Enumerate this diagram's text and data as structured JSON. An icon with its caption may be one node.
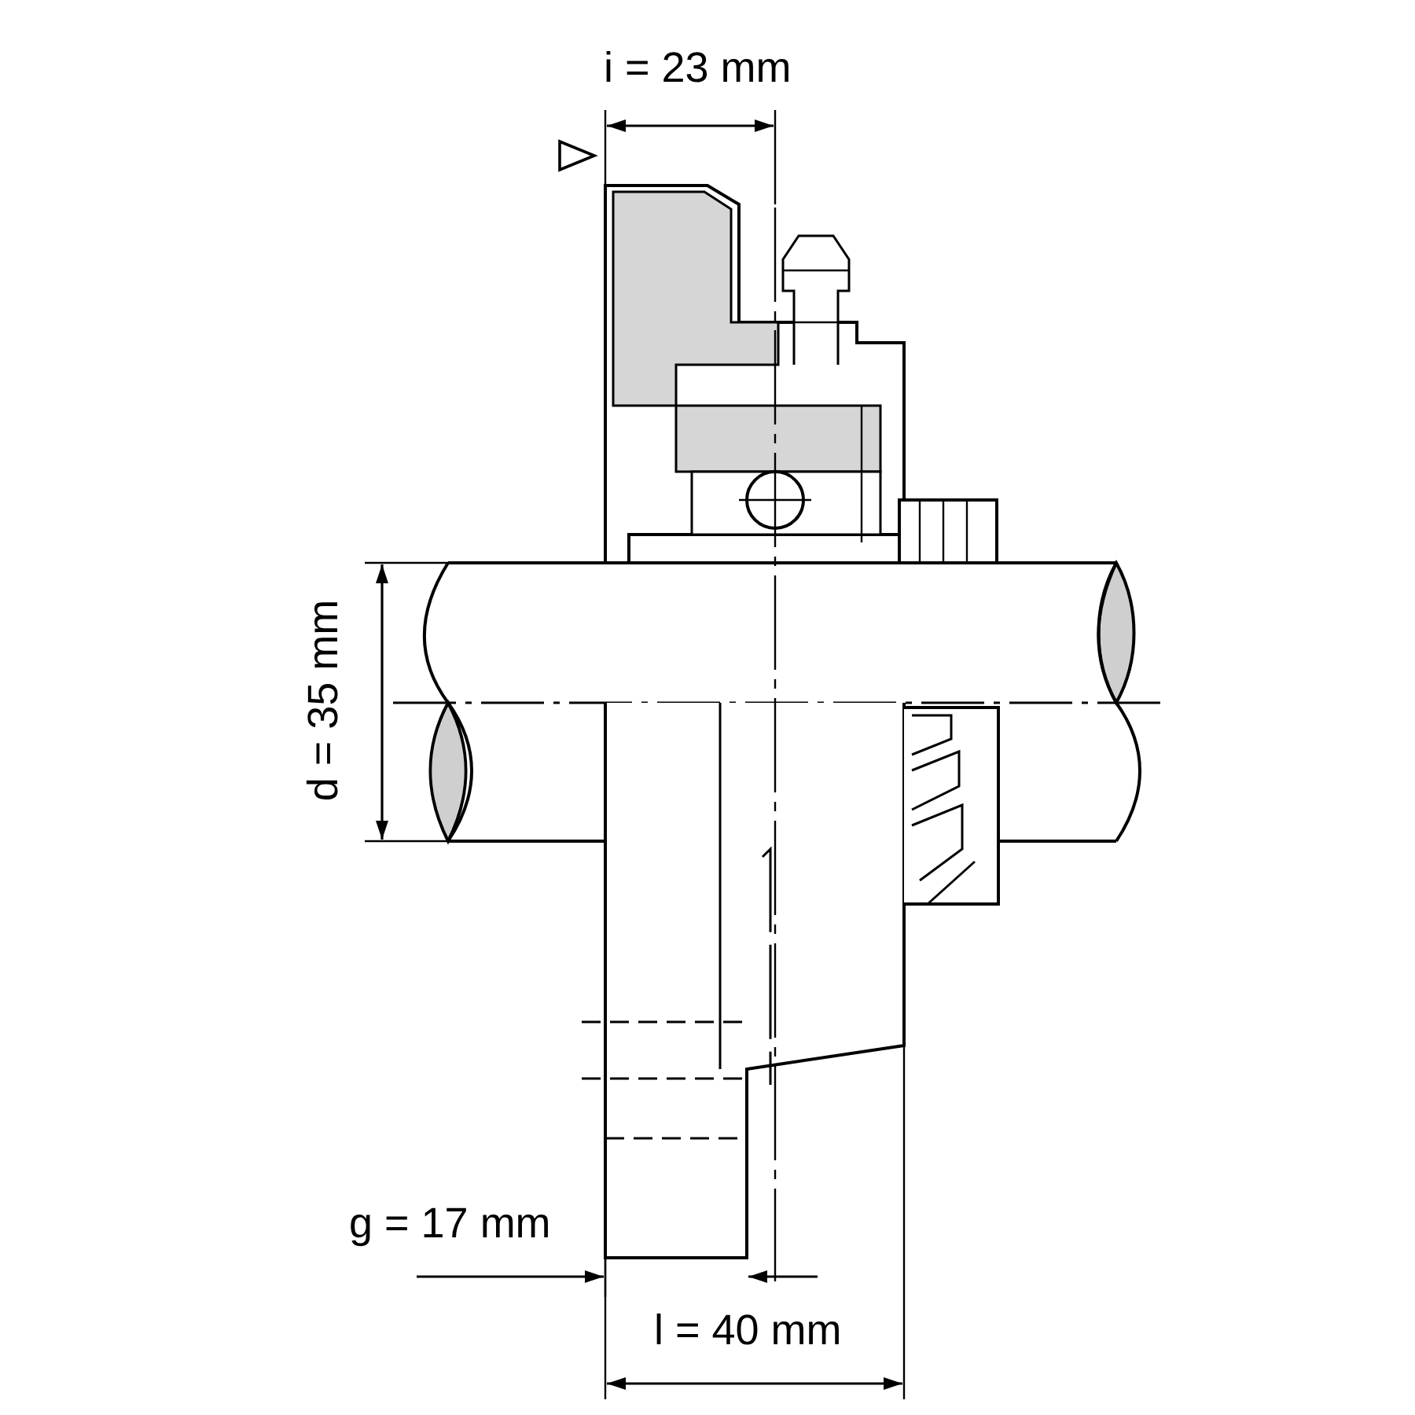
{
  "diagram": {
    "labels": [
      "i = 23 mm",
      "d = 35 mm",
      "g = 17 mm",
      "l = 40 mm"
    ]
  }
}
